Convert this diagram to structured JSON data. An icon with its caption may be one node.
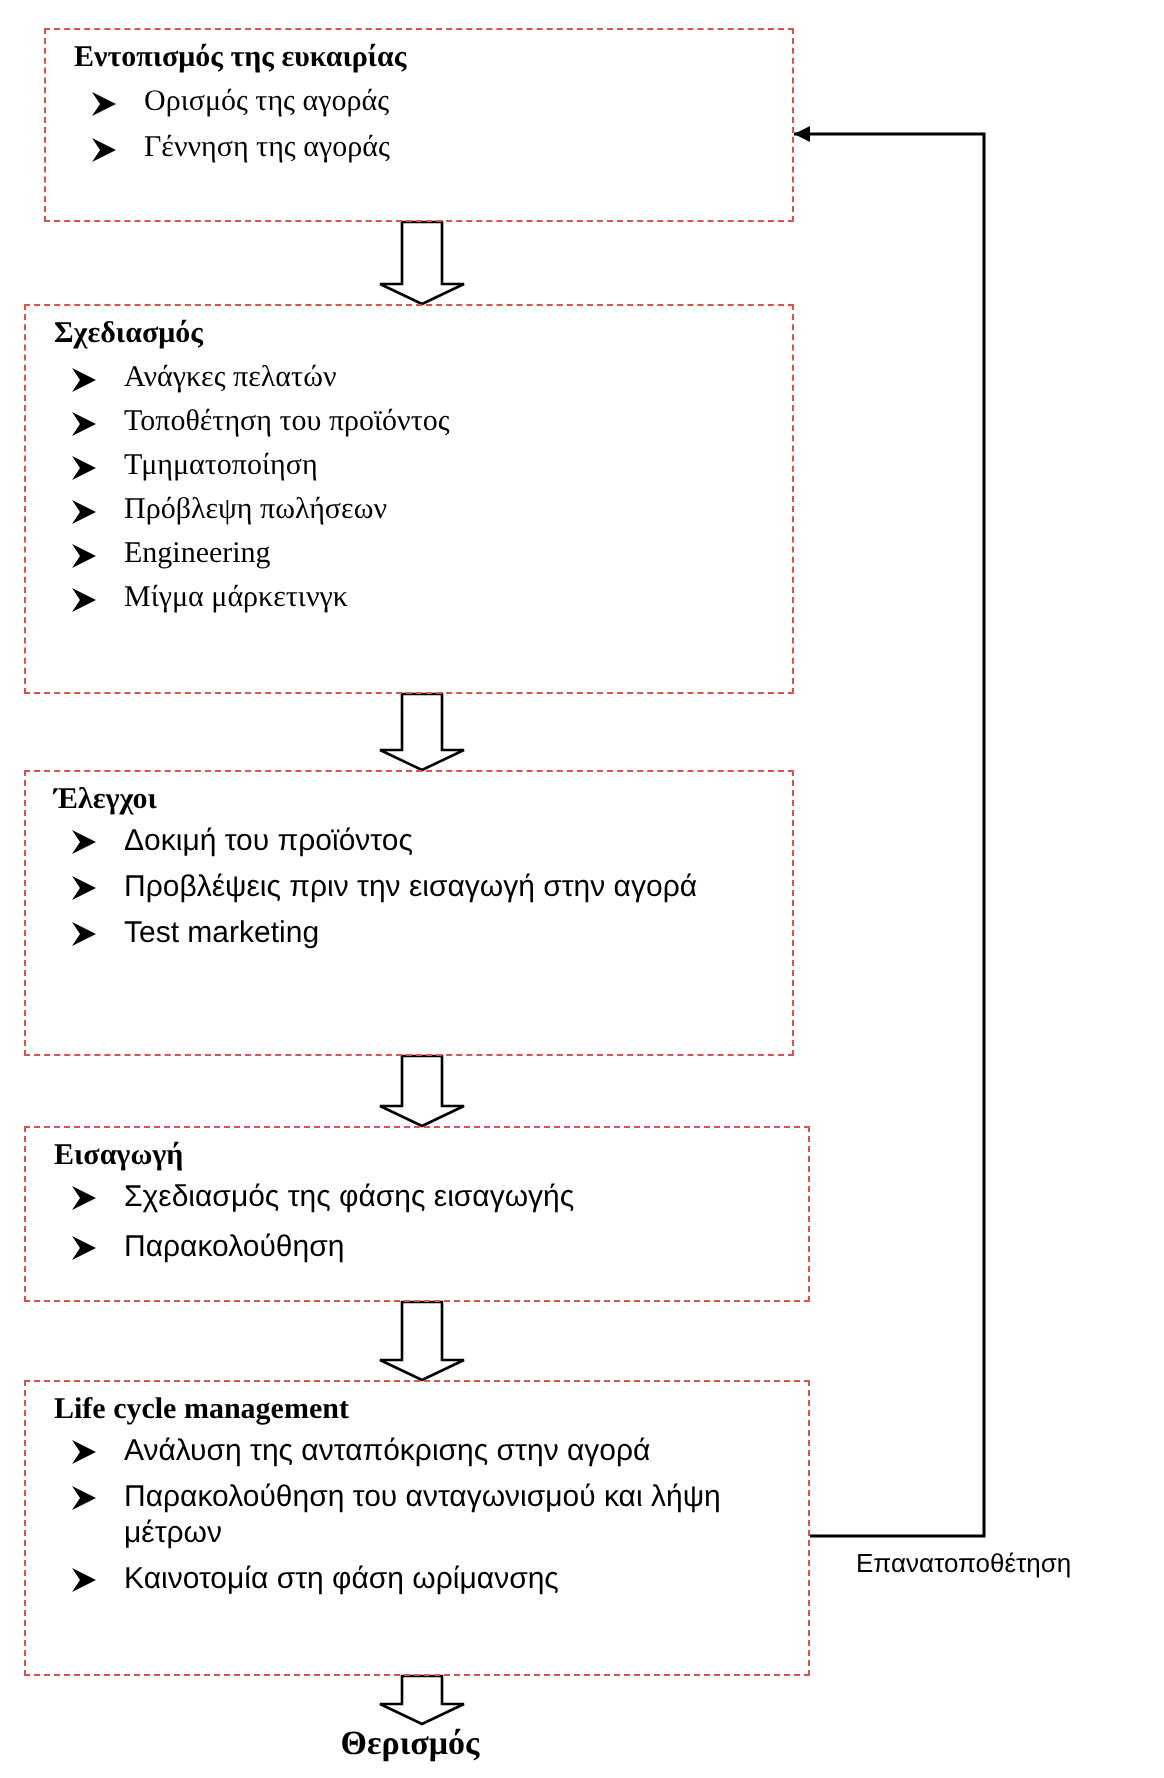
{
  "diagram": {
    "nodes": [
      {
        "text": [
          "Εντοπισμός της ευκαιρίας",
          "Ορισμός της αγοράς",
          "Γέννηση της αγοράς"
        ]
      },
      {
        "text": [
          "Σχεδιασμός",
          "Ανάγκες πελατών",
          "Τοποθέτηση του προϊόντος",
          "Τμηματοποίηση",
          "Πρόβλεψη πωλήσεων",
          "Engineering",
          "Μίγμα μάρκετινγκ"
        ]
      },
      {
        "text": [
          "Έλεγχοι",
          "Δοκιμή του προϊόντος",
          "Προβλέψεις πριν την εισαγωγή στην αγορά",
          "Test marketing"
        ]
      },
      {
        "text": [
          "Εισαγωγή",
          "Σχεδιασμός της φάσης εισαγωγής",
          "Παρακολούθηση"
        ]
      },
      {
        "text": [
          "Life cycle management",
          "Ανάλυση της ανταπόκρισης στην αγορά",
          "Παρακολούθηση του ανταγωνισμού και λήψη μέτρων",
          "Καινοτομία στη φάση ωρίμανσης"
        ]
      },
      {
        "text": [
          "Θερισμός"
        ]
      }
    ],
    "edges": [
      {
        "from": 0,
        "to": 1,
        "arrow": "to",
        "style": "thick"
      },
      {
        "from": 1,
        "to": 2,
        "arrow": "to",
        "style": "thick"
      },
      {
        "from": 2,
        "to": 3,
        "arrow": "to",
        "style": "thick"
      },
      {
        "from": 3,
        "to": 4,
        "arrow": "to",
        "style": "thick"
      },
      {
        "from": 4,
        "to": 5,
        "arrow": "to",
        "style": "thick"
      },
      {
        "from": 4,
        "to": 0,
        "arrow": "to",
        "label": "Επανατοποθέτηση"
      }
    ]
  }
}
